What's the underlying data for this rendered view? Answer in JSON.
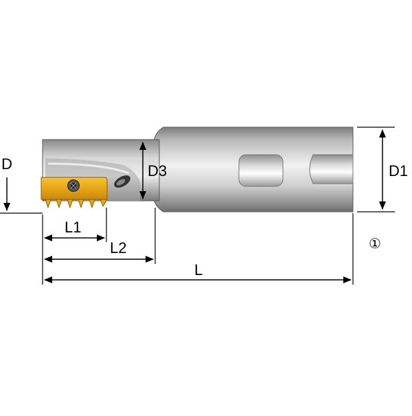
{
  "labels": {
    "D": "D",
    "D1": "D1",
    "D3": "D3",
    "L": "L",
    "L1": "L1",
    "L2": "L2",
    "note": "①"
  },
  "colors": {
    "insert": "#e8a516",
    "insert_dark": "#b07a0c",
    "body_light": "#e2e2e2",
    "body_dark": "#8a8a8a",
    "line": "#000000"
  }
}
